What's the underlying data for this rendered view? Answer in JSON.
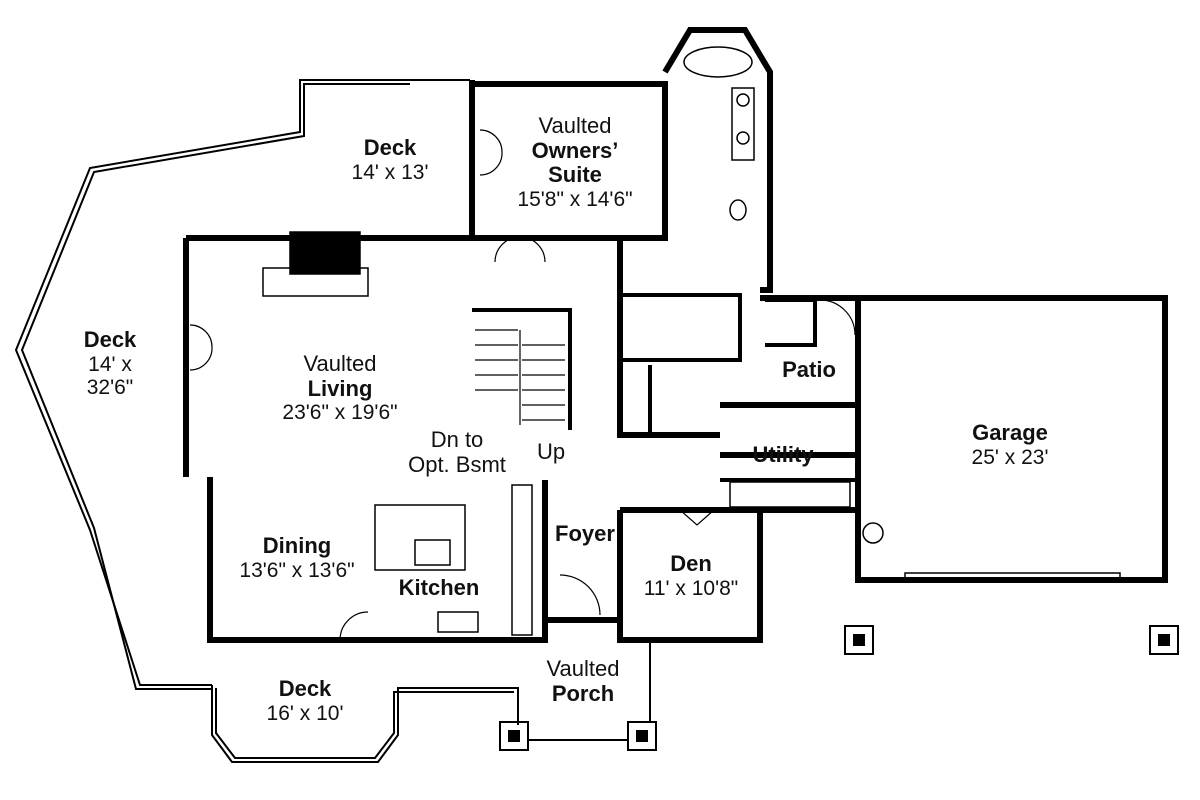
{
  "plan": {
    "wall_color": "#000000",
    "background": "#ffffff",
    "rooms": {
      "owners_suite": {
        "prefix": "Vaulted",
        "name1": "Owners’",
        "name2": "Suite",
        "dims": "15'8\" x 14'6\""
      },
      "deck_top": {
        "name": "Deck",
        "dims": "14' x 13'"
      },
      "deck_left": {
        "name": "Deck",
        "line1": "14' x",
        "line2": "32'6\""
      },
      "living": {
        "prefix": "Vaulted",
        "name": "Living",
        "dims": "23'6\" x 19'6\""
      },
      "stairs": {
        "down1": "Dn to",
        "down2": "Opt. Bsmt",
        "up": "Up"
      },
      "patio": {
        "name": "Patio"
      },
      "garage": {
        "name": "Garage",
        "dims": "25' x 23'"
      },
      "utility": {
        "name": "Utility"
      },
      "foyer": {
        "name": "Foyer"
      },
      "den": {
        "name": "Den",
        "dims": "11' x 10'8\""
      },
      "dining": {
        "name": "Dining",
        "dims": "13'6\" x 13'6\""
      },
      "kitchen": {
        "name": "Kitchen"
      },
      "porch": {
        "prefix": "Vaulted",
        "name": "Porch"
      },
      "deck_bottom": {
        "name": "Deck",
        "dims": "16' x 10'"
      }
    }
  }
}
